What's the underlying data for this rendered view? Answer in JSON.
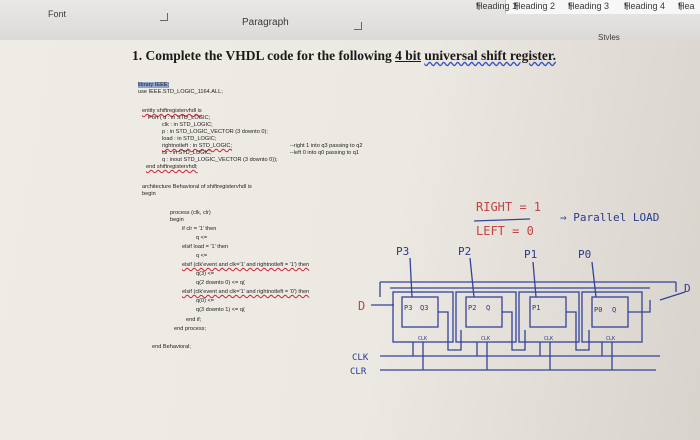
{
  "ribbon": {
    "font_group": "Font",
    "paragraph_group": "Paragraph",
    "styles_group": "Styles",
    "styles": [
      "Heading 1",
      "Heading 2",
      "Heading 3",
      "Heading 4",
      "Hea"
    ],
    "style_marker": "¶"
  },
  "question": {
    "number": "1.",
    "text_before": "Complete the VHDL code for the following",
    "underlined": "4 bit",
    "text_after": "universal shift register."
  },
  "code": {
    "lines": [
      "library IEEE;",
      "use IEEE.STD_LOGIC_1164.ALL;",
      "entity shiftregistervhdl is",
      "Port ( d : in  STD_LOGIC;",
      "clk : in  STD_LOGIC;",
      "p : in STD_LOGIC_VECTOR (3 downto 0);",
      "load : in STD_LOGIC;",
      "rightnotleft : in STD_LOGIC;",
      "clr : in STD_LOGIC;",
      "q : inout  STD_LOGIC_VECTOR (3 downto 0));",
      "end shiftregistervhdl;",
      "architecture Behavioral of shiftregistervhdl is",
      "begin",
      "process (clk, clr)",
      "begin",
      "if clr = '1' then",
      "q <=",
      "elsif load = '1' then",
      "q <=",
      "elsif (clk'event and clk='1' and rightnotleft = '1') then",
      "q(3) <=",
      "q(2 downto 0) <= q(",
      "elsif (clk'event and clk='1' and rightnotleft = '0') then",
      "q(0) <=",
      "q(3 downto 1) <= q(",
      "end if;",
      "end process;",
      "end Behavioral;"
    ],
    "comment_right": "--right 1 into q3 passing to q2",
    "comment_left": "--left 0 into q0 passing to q1"
  },
  "notes": {
    "right": "RIGHT = 1",
    "left": "LEFT = 0",
    "parallel": "⇒ Parallel LOAD",
    "inputs": [
      "P3",
      "P2",
      "P1",
      "P0"
    ],
    "d_in_left": "D",
    "d_in_right": "D",
    "clk": "CLK",
    "clr": "CLR",
    "ff_labels": [
      "P3",
      "Q3",
      "P2",
      "Q",
      "P1",
      "P0",
      "Q"
    ],
    "clk_tags": [
      "CLK",
      "CLK",
      "CLK",
      "CLK"
    ]
  }
}
